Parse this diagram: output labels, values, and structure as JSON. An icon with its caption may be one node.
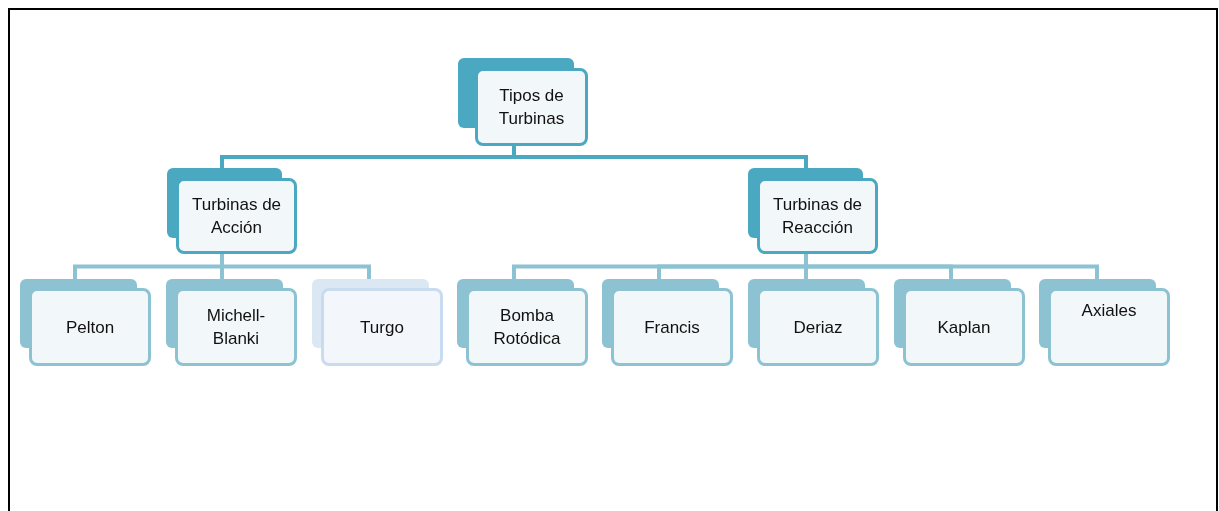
{
  "diagram": {
    "nodes": [
      {
        "text": [
          "Tipos de Turbinas"
        ]
      },
      {
        "text": [
          "Turbinas de Acción"
        ]
      },
      {
        "text": [
          "Turbinas de Reacción"
        ]
      },
      {
        "text": [
          "Pelton"
        ]
      },
      {
        "text": [
          "Michell-Blanki"
        ]
      },
      {
        "text": [
          "Turgo"
        ]
      },
      {
        "text": [
          "Bomba Rotódica"
        ]
      },
      {
        "text": [
          "Francis"
        ]
      },
      {
        "text": [
          "Deriaz"
        ]
      },
      {
        "text": [
          "Kaplan"
        ]
      },
      {
        "text": [
          "Axiales"
        ]
      }
    ],
    "edges": [
      {
        "from": 0,
        "to": 1,
        "arrow": "none",
        "color": "#4aa9c1"
      },
      {
        "from": 0,
        "to": 2,
        "arrow": "none",
        "color": "#4aa9c1"
      },
      {
        "from": 1,
        "to": 3,
        "arrow": "none"
      },
      {
        "from": 1,
        "to": 4,
        "arrow": "none"
      },
      {
        "from": 1,
        "to": 5,
        "arrow": "none"
      },
      {
        "from": 2,
        "to": 6,
        "arrow": "none"
      },
      {
        "from": 2,
        "to": 7,
        "arrow": "none"
      },
      {
        "from": 2,
        "to": 8,
        "arrow": "none"
      },
      {
        "from": 2,
        "to": 9,
        "arrow": "none"
      },
      {
        "from": 2,
        "to": 10,
        "arrow": "none"
      }
    ]
  }
}
